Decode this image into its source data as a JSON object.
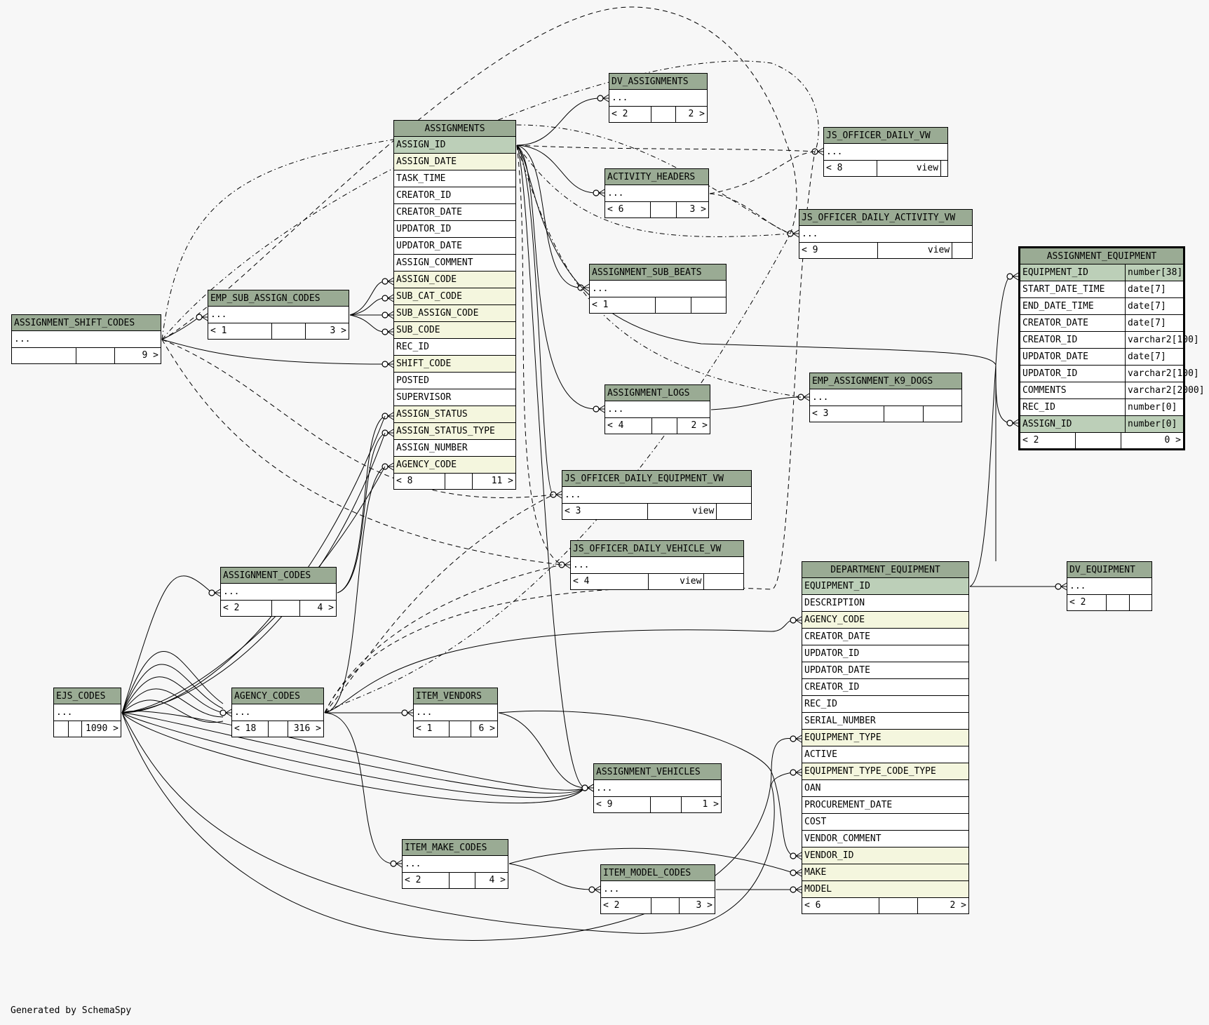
{
  "footer": {
    "generated_by": "Generated by SchemaSpy"
  },
  "tables": {
    "dv_assignments": {
      "name": "DV_ASSIGNMENTS",
      "ellipsis": "...",
      "footer": [
        "< 2",
        "",
        "2 >"
      ]
    },
    "js_officer_daily_vw": {
      "name": "JS_OFFICER_DAILY_VW",
      "ellipsis": "...",
      "footer": [
        "< 8",
        "view",
        ""
      ]
    },
    "activity_headers": {
      "name": "ACTIVITY_HEADERS",
      "ellipsis": "...",
      "footer": [
        "< 6",
        "",
        "3 >"
      ]
    },
    "js_officer_daily_activity_vw": {
      "name": "JS_OFFICER_DAILY_ACTIVITY_VW",
      "ellipsis": "...",
      "footer": [
        "< 9",
        "view",
        ""
      ]
    },
    "assignment_sub_beats": {
      "name": "ASSIGNMENT_SUB_BEATS",
      "ellipsis": "...",
      "footer": [
        "< 1",
        "",
        ""
      ]
    },
    "emp_assignment_k9_dogs": {
      "name": "EMP_ASSIGNMENT_K9_DOGS",
      "ellipsis": "...",
      "footer": [
        "< 3",
        "",
        ""
      ]
    },
    "assignment_logs": {
      "name": "ASSIGNMENT_LOGS",
      "ellipsis": "...",
      "footer": [
        "< 4",
        "",
        "2 >"
      ]
    },
    "js_officer_daily_equipment_vw": {
      "name": "JS_OFFICER_DAILY_EQUIPMENT_VW",
      "ellipsis": "...",
      "footer": [
        "< 3",
        "view",
        ""
      ]
    },
    "js_officer_daily_vehicle_vw": {
      "name": "JS_OFFICER_DAILY_VEHICLE_VW",
      "ellipsis": "...",
      "footer": [
        "< 4",
        "view",
        ""
      ]
    },
    "emp_sub_assign_codes": {
      "name": "EMP_SUB_ASSIGN_CODES",
      "ellipsis": "...",
      "footer": [
        "< 1",
        "",
        "3 >"
      ]
    },
    "assignment_shift_codes": {
      "name": "ASSIGNMENT_SHIFT_CODES",
      "ellipsis": "...",
      "footer": [
        "",
        "",
        "9 >"
      ]
    },
    "assignment_codes": {
      "name": "ASSIGNMENT_CODES",
      "ellipsis": "...",
      "footer": [
        "< 2",
        "",
        "4 >"
      ]
    },
    "ejs_codes": {
      "name": "EJS_CODES",
      "ellipsis": "...",
      "footer": [
        "",
        "",
        "1090 >"
      ]
    },
    "agency_codes": {
      "name": "AGENCY_CODES",
      "ellipsis": "...",
      "footer": [
        "< 18",
        "",
        "316 >"
      ]
    },
    "item_vendors": {
      "name": "ITEM_VENDORS",
      "ellipsis": "...",
      "footer": [
        "< 1",
        "",
        "6 >"
      ]
    },
    "assignment_vehicles": {
      "name": "ASSIGNMENT_VEHICLES",
      "ellipsis": "...",
      "footer": [
        "< 9",
        "",
        "1 >"
      ]
    },
    "item_make_codes": {
      "name": "ITEM_MAKE_CODES",
      "ellipsis": "...",
      "footer": [
        "< 2",
        "",
        "4 >"
      ]
    },
    "item_model_codes": {
      "name": "ITEM_MODEL_CODES",
      "ellipsis": "...",
      "footer": [
        "< 2",
        "",
        "3 >"
      ]
    },
    "dv_equipment": {
      "name": "DV_EQUIPMENT",
      "ellipsis": "...",
      "footer": [
        "< 2",
        "",
        ""
      ]
    },
    "assignments": {
      "name": "ASSIGNMENTS",
      "columns": [
        {
          "name": "ASSIGN_ID",
          "kind": "pk"
        },
        {
          "name": "ASSIGN_DATE",
          "kind": "fk"
        },
        {
          "name": "TASK_TIME",
          "kind": "plain"
        },
        {
          "name": "CREATOR_ID",
          "kind": "plain"
        },
        {
          "name": "CREATOR_DATE",
          "kind": "plain"
        },
        {
          "name": "UPDATOR_ID",
          "kind": "plain"
        },
        {
          "name": "UPDATOR_DATE",
          "kind": "plain"
        },
        {
          "name": "ASSIGN_COMMENT",
          "kind": "plain"
        },
        {
          "name": "ASSIGN_CODE",
          "kind": "fk"
        },
        {
          "name": "SUB_CAT_CODE",
          "kind": "fk"
        },
        {
          "name": "SUB_ASSIGN_CODE",
          "kind": "fk"
        },
        {
          "name": "SUB_CODE",
          "kind": "fk"
        },
        {
          "name": "REC_ID",
          "kind": "plain"
        },
        {
          "name": "SHIFT_CODE",
          "kind": "fk"
        },
        {
          "name": "POSTED",
          "kind": "plain"
        },
        {
          "name": "SUPERVISOR",
          "kind": "plain"
        },
        {
          "name": "ASSIGN_STATUS",
          "kind": "fk"
        },
        {
          "name": "ASSIGN_STATUS_TYPE",
          "kind": "fk"
        },
        {
          "name": "ASSIGN_NUMBER",
          "kind": "plain"
        },
        {
          "name": "AGENCY_CODE",
          "kind": "fk"
        }
      ],
      "footer": [
        "< 8",
        "",
        "11 >"
      ]
    },
    "assignment_equipment": {
      "name": "ASSIGNMENT_EQUIPMENT",
      "columns": [
        {
          "name": "EQUIPMENT_ID",
          "type": "number[38]",
          "kind": "pk"
        },
        {
          "name": "START_DATE_TIME",
          "type": "date[7]",
          "kind": "plain"
        },
        {
          "name": "END_DATE_TIME",
          "type": "date[7]",
          "kind": "plain"
        },
        {
          "name": "CREATOR_DATE",
          "type": "date[7]",
          "kind": "plain"
        },
        {
          "name": "CREATOR_ID",
          "type": "varchar2[100]",
          "kind": "plain"
        },
        {
          "name": "UPDATOR_DATE",
          "type": "date[7]",
          "kind": "plain"
        },
        {
          "name": "UPDATOR_ID",
          "type": "varchar2[100]",
          "kind": "plain"
        },
        {
          "name": "COMMENTS",
          "type": "varchar2[2000]",
          "kind": "plain"
        },
        {
          "name": "REC_ID",
          "type": "number[0]",
          "kind": "plain"
        },
        {
          "name": "ASSIGN_ID",
          "type": "number[0]",
          "kind": "pk"
        }
      ],
      "footer": [
        "< 2",
        "",
        "0 >"
      ]
    },
    "department_equipment": {
      "name": "DEPARTMENT_EQUIPMENT",
      "columns": [
        {
          "name": "EQUIPMENT_ID",
          "kind": "pk"
        },
        {
          "name": "DESCRIPTION",
          "kind": "plain"
        },
        {
          "name": "AGENCY_CODE",
          "kind": "fk"
        },
        {
          "name": "CREATOR_DATE",
          "kind": "plain"
        },
        {
          "name": "UPDATOR_ID",
          "kind": "plain"
        },
        {
          "name": "UPDATOR_DATE",
          "kind": "plain"
        },
        {
          "name": "CREATOR_ID",
          "kind": "plain"
        },
        {
          "name": "REC_ID",
          "kind": "plain"
        },
        {
          "name": "SERIAL_NUMBER",
          "kind": "plain"
        },
        {
          "name": "EQUIPMENT_TYPE",
          "kind": "fk"
        },
        {
          "name": "ACTIVE",
          "kind": "plain"
        },
        {
          "name": "EQUIPMENT_TYPE_CODE_TYPE",
          "kind": "fk"
        },
        {
          "name": "OAN",
          "kind": "plain"
        },
        {
          "name": "PROCUREMENT_DATE",
          "kind": "plain"
        },
        {
          "name": "COST",
          "kind": "plain"
        },
        {
          "name": "VENDOR_COMMENT",
          "kind": "plain"
        },
        {
          "name": "VENDOR_ID",
          "kind": "fk"
        },
        {
          "name": "MAKE",
          "kind": "fk"
        },
        {
          "name": "MODEL",
          "kind": "fk"
        }
      ],
      "footer": [
        "< 6",
        "",
        "2 >"
      ]
    }
  }
}
